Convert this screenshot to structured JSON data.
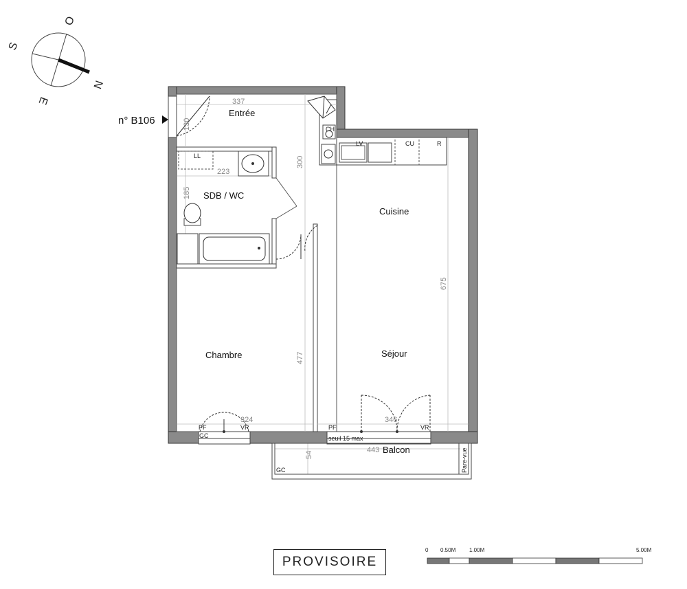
{
  "unit_label": "n° B106",
  "status_stamp": "PROVISOIRE",
  "compass": {
    "north": "N",
    "south": "S",
    "east": "E",
    "west": "O"
  },
  "rooms": {
    "entree": "Entrée",
    "sdb_wc": "SDB / WC",
    "cuisine": "Cuisine",
    "chambre": "Chambre",
    "sejour": "Séjour",
    "balcon": "Balcon"
  },
  "dimensions": {
    "entree_width": "337",
    "entree_depth": "130",
    "sdb_width": "223",
    "sdb_depth": "185",
    "corridor_length": "300",
    "chambre_length": "477",
    "sejour_length": "675",
    "chambre_width": "324",
    "sejour_width": "346",
    "balcon_width": "443",
    "balcon_depth": "54"
  },
  "fixture_labels": {
    "ll": "LL",
    "lv": "LV",
    "cu": "CU",
    "r": "R",
    "ch": "CH",
    "pf_chambre": "PF",
    "vr_chambre": "VR",
    "gc_chambre": "GC",
    "pf_sejour": "PF",
    "vr_sejour": "VR",
    "seuil": "seuil 15 max",
    "gc_balcon": "GC",
    "pare_vue": "Pare-vue"
  },
  "scale_bar": {
    "labels": [
      "0",
      "0.50M",
      "1.00M",
      "5.00M"
    ]
  }
}
